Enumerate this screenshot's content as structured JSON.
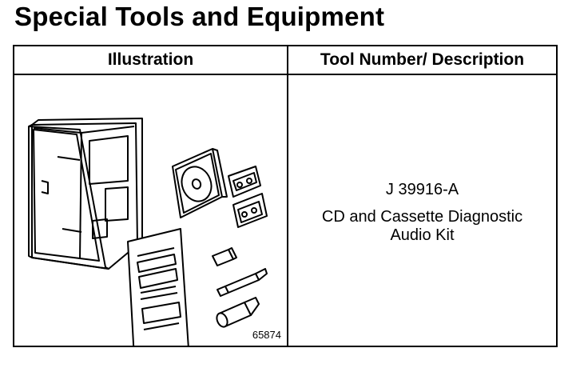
{
  "page": {
    "title": "Special Tools and Equipment"
  },
  "table": {
    "headers": {
      "illustration": "Illustration",
      "tool": "Tool Number/ Description"
    },
    "rows": [
      {
        "figure_number": "65874",
        "tool_number": "J 39916-A",
        "description_lines": [
          "CD and Cassette Diagnostic",
          "Audio Kit"
        ]
      }
    ]
  }
}
